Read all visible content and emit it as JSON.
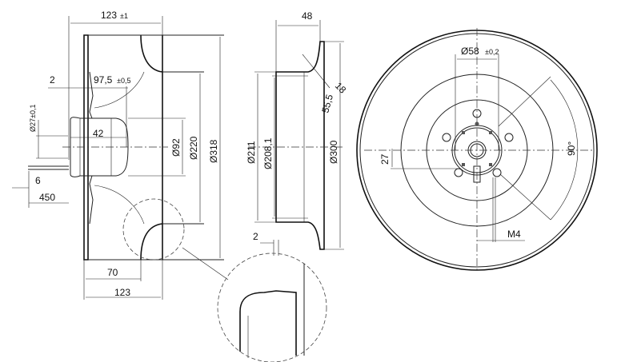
{
  "side_view": {
    "width_total": "123",
    "width_tol": "±1",
    "dim_2": "2",
    "dim_97_5": "97,5",
    "dim_97_5_tol": "±0,5",
    "dia_27": "Ø27±0,1",
    "dim_42": "42",
    "dim_6": "6",
    "dim_450": "450",
    "dia_92": "Ø92",
    "dia_220": "Ø220",
    "dia_318": "Ø318",
    "dim_70": "70",
    "dim_123_bottom": "123"
  },
  "section_view": {
    "dim_48": "48",
    "dim_18": "18",
    "dim_55_5": "55,5",
    "dia_211": "Ø211",
    "dia_208_1": "Ø208,1",
    "dia_300": "Ø300",
    "dim_2": "2"
  },
  "front_view": {
    "dia_58": "Ø58",
    "dia_58_tol": "±0,2",
    "angle": "90°",
    "dim_27": "27",
    "thread": "M4"
  }
}
